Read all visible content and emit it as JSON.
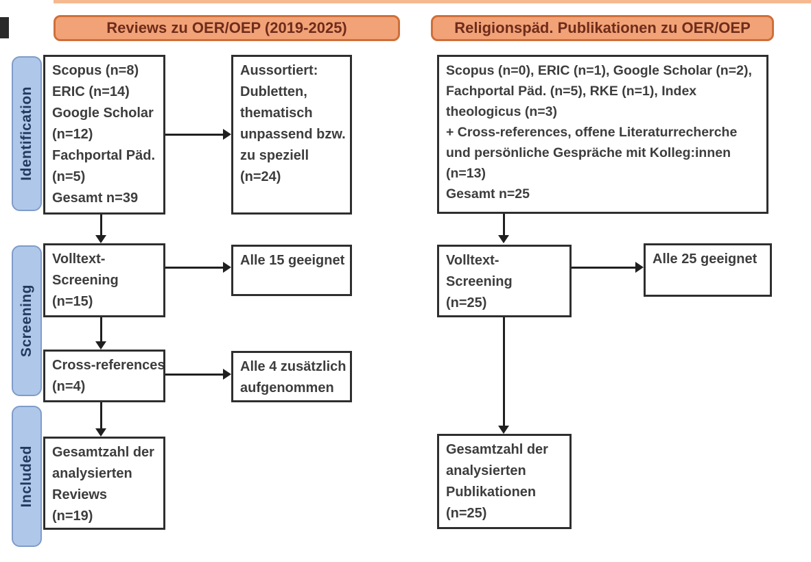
{
  "column_headers": {
    "left": "Reviews zu OER/OEP (2019-2025)",
    "right": "Religionspäd. Publikationen zu OER/OEP"
  },
  "stage_labels": {
    "identification": "Identification",
    "screening": "Screening",
    "included": "Included"
  },
  "left_column": {
    "sources_box": {
      "lines": [
        "Scopus (n=8)",
        "ERIC (n=14)",
        "Google Scholar",
        "(n=12)",
        "Fachportal Päd.",
        "(n=5)",
        "Gesamt n=39"
      ]
    },
    "excluded_box": {
      "lines": [
        "Aussortiert:",
        "Dubletten,",
        "thematisch",
        "unpassend bzw.",
        "zu speziell",
        "(n=24)"
      ]
    },
    "fulltext_box": {
      "lines": [
        "Volltext-",
        "Screening",
        "(n=15)"
      ]
    },
    "fulltext_result_box": {
      "lines": [
        "Alle 15 geeignet"
      ]
    },
    "crossref_box": {
      "lines": [
        "Cross-references",
        "(n=4)"
      ]
    },
    "crossref_result_box": {
      "lines": [
        "Alle 4 zusätzlich",
        "aufgenommen"
      ]
    },
    "included_box": {
      "lines": [
        "Gesamtzahl der",
        "analysierten",
        "Reviews",
        "(n=19)"
      ]
    }
  },
  "right_column": {
    "sources_box": {
      "lines": [
        "Scopus (n=0), ERIC (n=1), Google Scholar (n=2),",
        "Fachportal Päd. (n=5), RKE (n=1), Index",
        "theologicus (n=3)",
        "+ Cross-references, offene Literaturrecherche",
        "und persönliche Gespräche mit Kolleg:innen",
        "(n=13)",
        "Gesamt n=25"
      ]
    },
    "fulltext_box": {
      "lines": [
        "Volltext-",
        "Screening",
        "(n=25)"
      ]
    },
    "fulltext_result_box": {
      "lines": [
        "Alle 25 geeignet"
      ]
    },
    "included_box": {
      "lines": [
        "Gesamtzahl der",
        "analysierten",
        "Publikationen",
        "(n=25)"
      ]
    }
  },
  "colors": {
    "header_fill": "#F2A277",
    "header_border": "#CE6F3A",
    "header_text": "#6E2C1B",
    "stage_fill": "#AFC7E9",
    "stage_border": "#7E9CC9",
    "stage_text": "#223A5E",
    "box_border": "#2E2E2E",
    "box_text": "#3D3D3D",
    "arrow": "#1F1F1F"
  }
}
